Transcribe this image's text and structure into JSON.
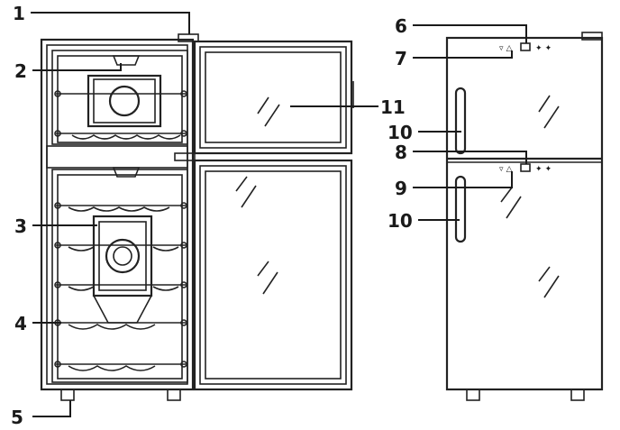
{
  "callouts": [
    {
      "id": "1",
      "label": "1"
    },
    {
      "id": "2",
      "label": "2"
    },
    {
      "id": "3",
      "label": "3"
    },
    {
      "id": "4",
      "label": "4"
    },
    {
      "id": "5",
      "label": "5"
    },
    {
      "id": "6",
      "label": "6"
    },
    {
      "id": "7",
      "label": "7"
    },
    {
      "id": "8",
      "label": "8"
    },
    {
      "id": "9",
      "label": "9"
    },
    {
      "id": "10a",
      "label": "10"
    },
    {
      "id": "10b",
      "label": "10"
    },
    {
      "id": "11",
      "label": "11"
    }
  ],
  "colors": {
    "line": "#1a1a1a",
    "background": "#ffffff"
  }
}
